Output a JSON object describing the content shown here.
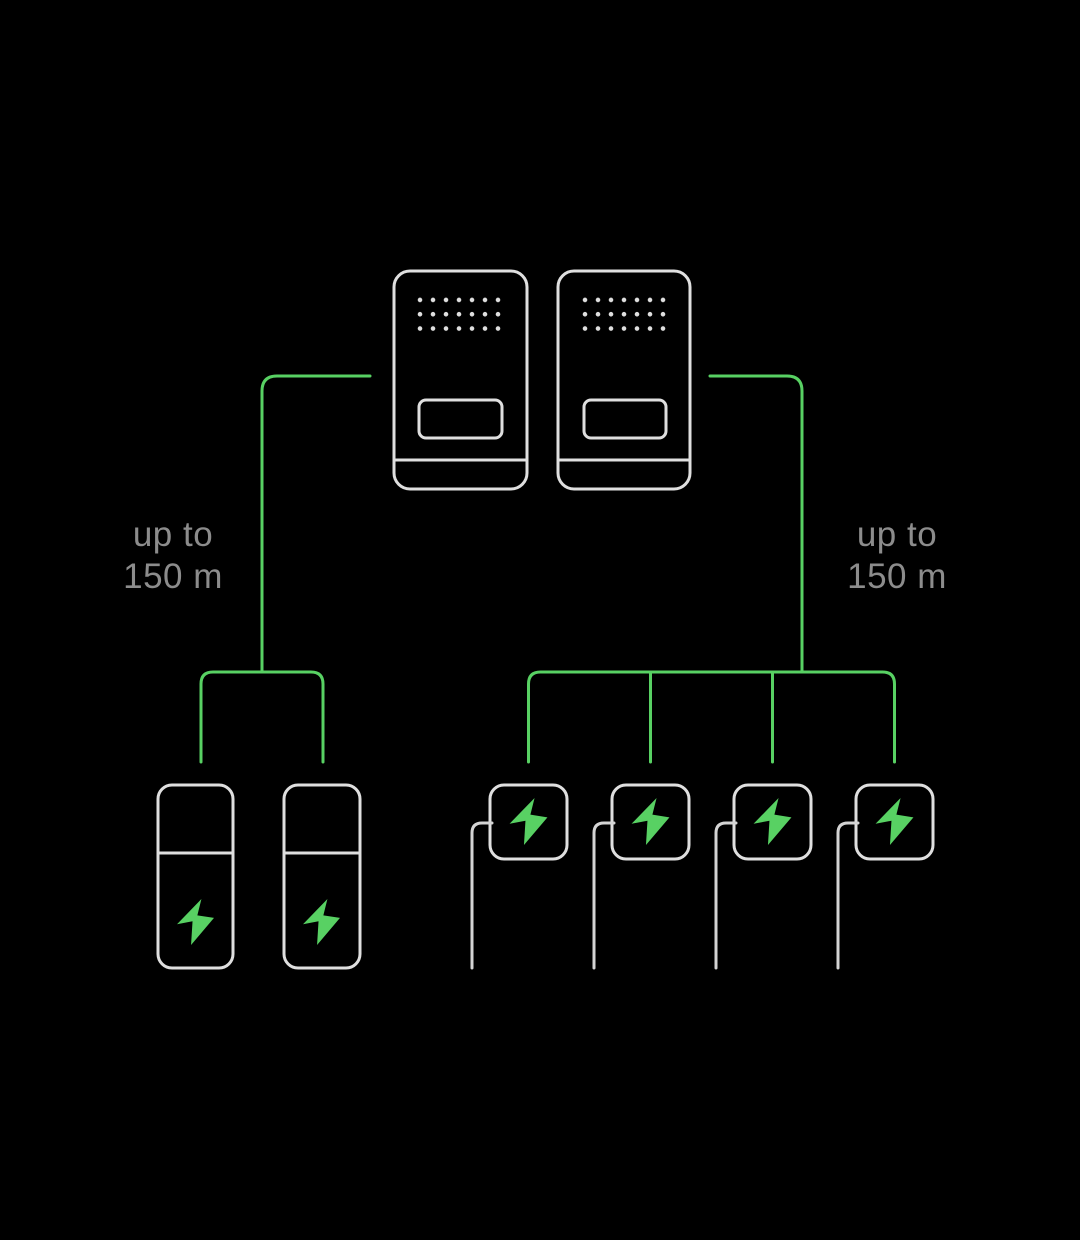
{
  "diagram": {
    "description": "EV charging system topology: two power units feeding two battery storage units (left) and four wallbox chargers (right)",
    "power_units": {
      "count": 2
    },
    "left_branch": {
      "device_type": "battery-storage",
      "device_count": 2,
      "distance_label": {
        "line1": "up to",
        "line2": "150 m"
      }
    },
    "right_branch": {
      "device_type": "wallbox-charger",
      "device_count": 4,
      "distance_label": {
        "line1": "up to",
        "line2": "150 m"
      }
    }
  },
  "colors": {
    "background": "#000000",
    "line_green": "#58D163",
    "bolt_green": "#58D163",
    "device_outline": "#DFDFDF",
    "cable_gray": "#D4D4D4",
    "label_gray": "#8C8C8C"
  }
}
